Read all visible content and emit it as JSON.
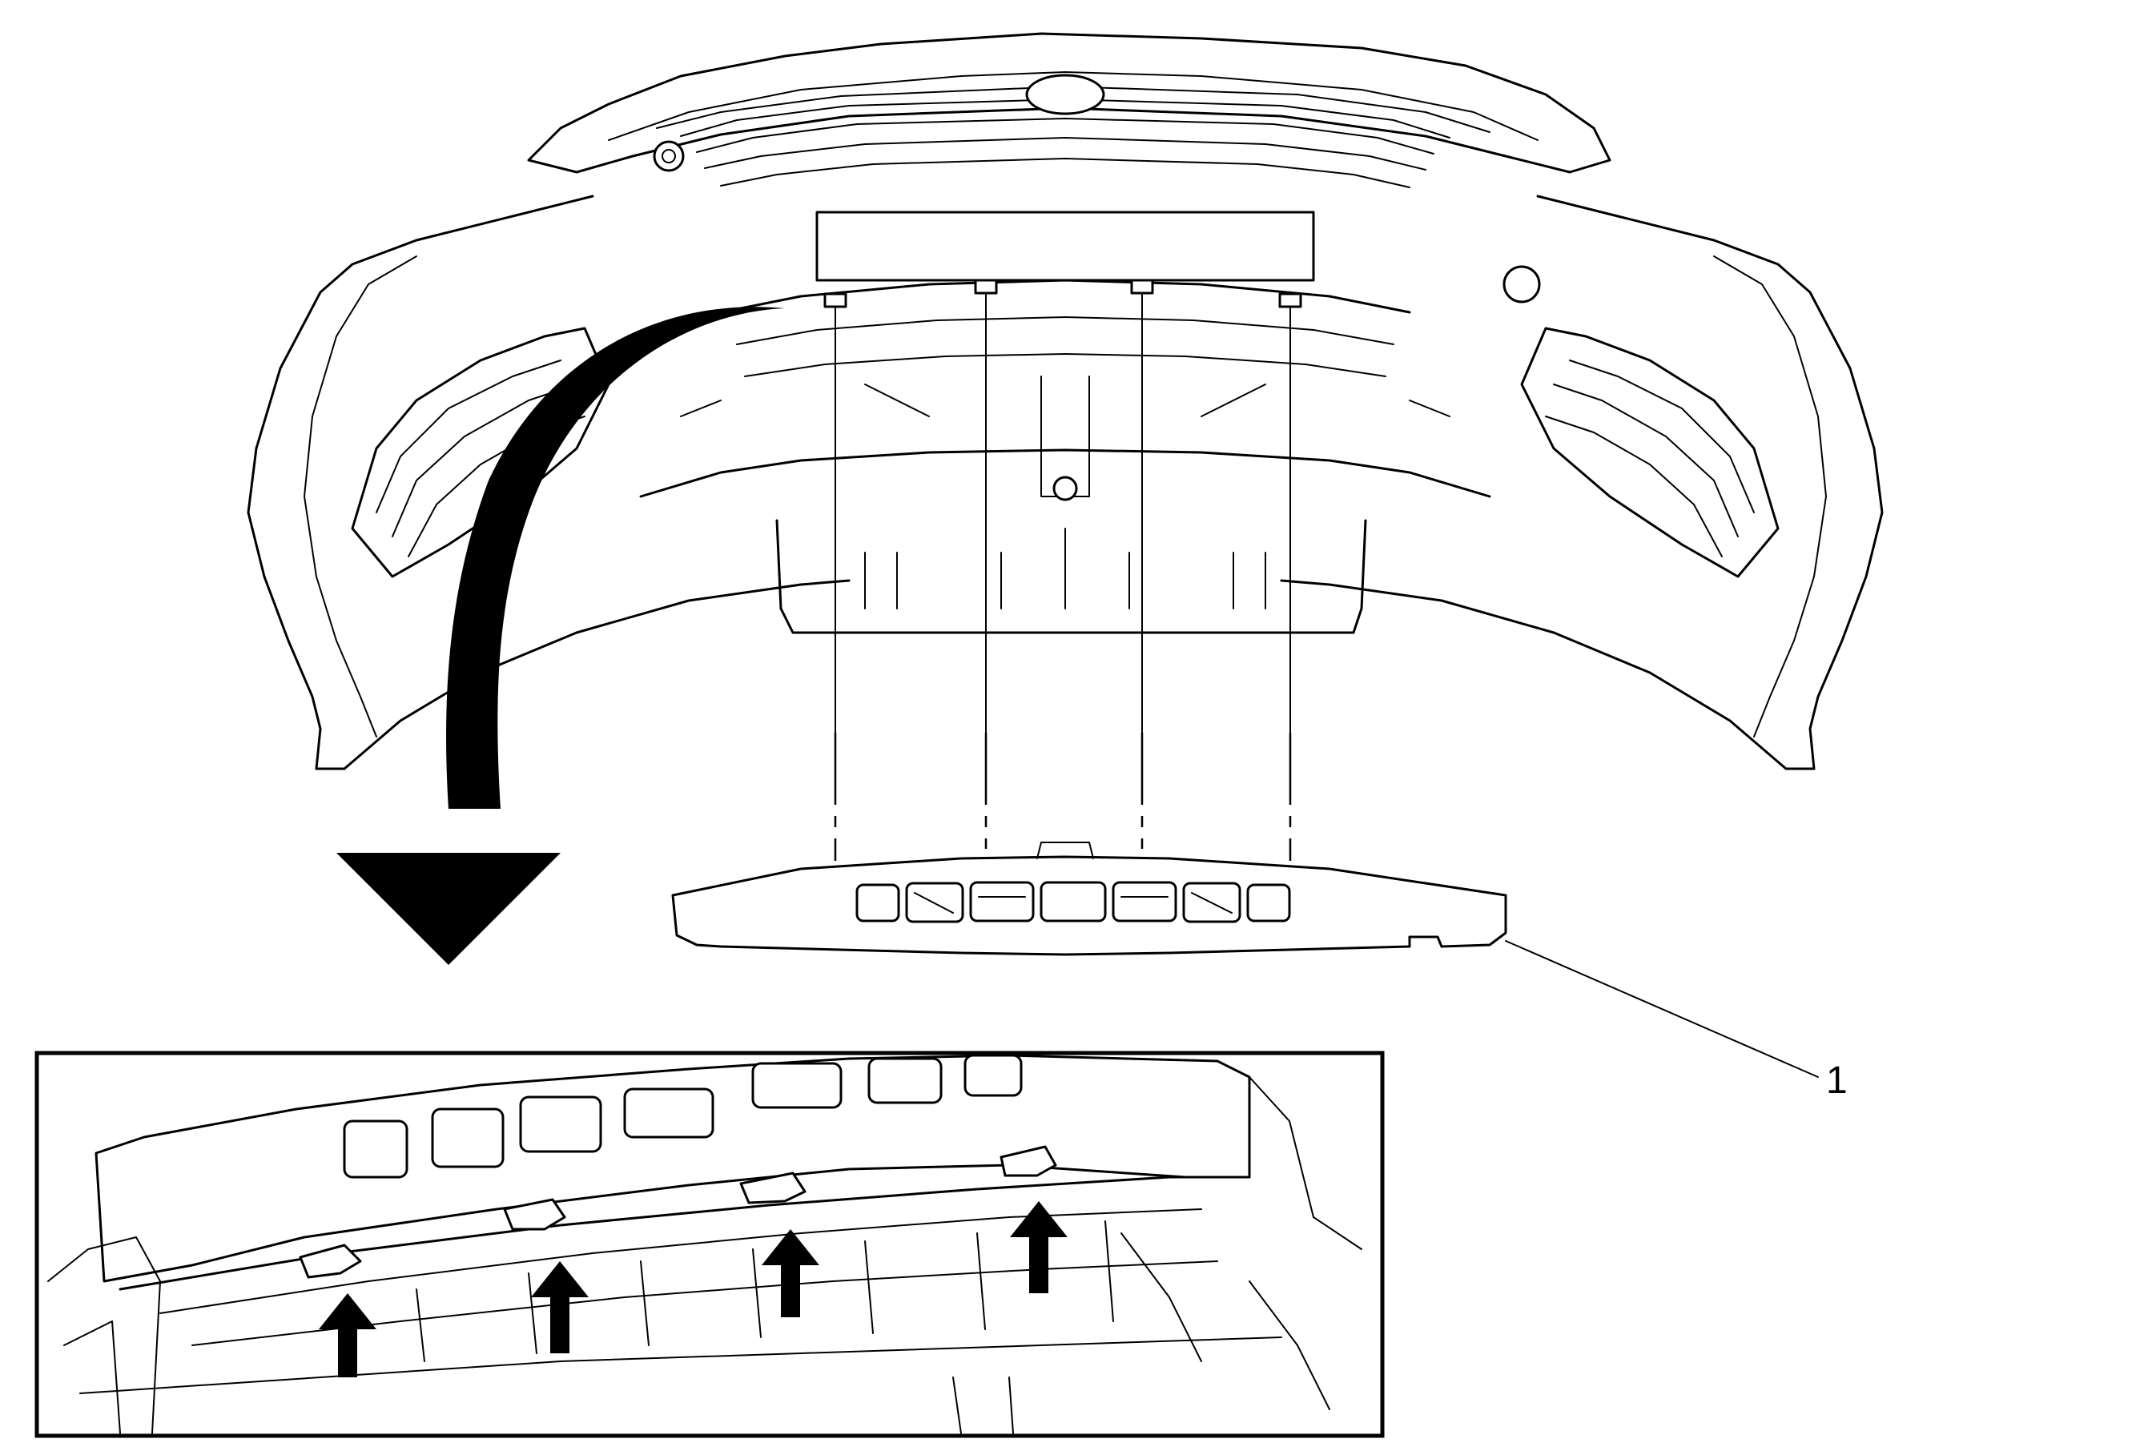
{
  "figure": {
    "callouts": [
      {
        "id": "1",
        "label": "1",
        "target": "energy-absorber"
      }
    ],
    "detail_inset": {
      "arrow_count": 4
    }
  }
}
